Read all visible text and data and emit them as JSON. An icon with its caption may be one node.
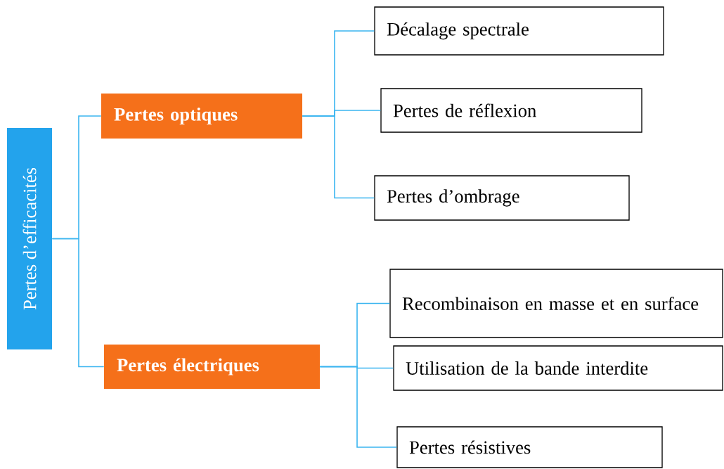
{
  "diagram": {
    "nodes": [
      {
        "text": [
          "Pertes d’efficacités"
        ]
      },
      {
        "text": [
          "Pertes optiques"
        ]
      },
      {
        "text": [
          "Pertes électriques"
        ]
      },
      {
        "text": [
          "Décalage spectrale"
        ]
      },
      {
        "text": [
          "Pertes de réflexion"
        ]
      },
      {
        "text": [
          "Pertes d’ombrage"
        ]
      },
      {
        "text": [
          "Recombinaison en masse et en surface"
        ]
      },
      {
        "text": [
          "Utilisation de la bande interdite"
        ]
      },
      {
        "text": [
          "Pertes résistives"
        ]
      }
    ],
    "edges": [
      {
        "from": 0,
        "to": 1,
        "arrow": "none"
      },
      {
        "from": 0,
        "to": 2,
        "arrow": "none"
      },
      {
        "from": 1,
        "to": 3,
        "arrow": "none"
      },
      {
        "from": 1,
        "to": 4,
        "arrow": "none"
      },
      {
        "from": 1,
        "to": 5,
        "arrow": "none"
      },
      {
        "from": 2,
        "to": 6,
        "arrow": "none"
      },
      {
        "from": 2,
        "to": 7,
        "arrow": "none"
      },
      {
        "from": 2,
        "to": 8,
        "arrow": "none"
      }
    ]
  }
}
